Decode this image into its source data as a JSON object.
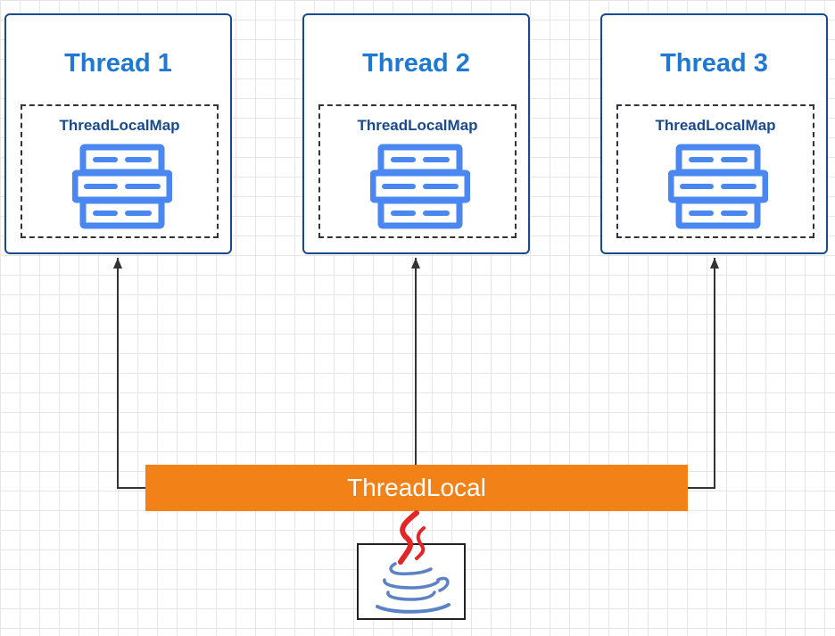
{
  "threads": [
    {
      "title": "Thread 1",
      "map_label": "ThreadLocalMap",
      "map_icon": "server-rack-icon"
    },
    {
      "title": "Thread 2",
      "map_label": "ThreadLocalMap",
      "map_icon": "server-rack-icon"
    },
    {
      "title": "Thread 3",
      "map_label": "ThreadLocalMap",
      "map_icon": "server-rack-icon"
    }
  ],
  "threadlocal": {
    "label": "ThreadLocal"
  },
  "logo": {
    "icon": "java-coffee-cup-icon"
  },
  "colors": {
    "thread_border": "#1a4a8e",
    "thread_title": "#1f78d1",
    "icon_blue": "#4a87f0",
    "threadlocal_bar": "#f28118",
    "arrow": "#333333",
    "java_steam": "#e32526",
    "java_cup": "#5a82c4"
  }
}
